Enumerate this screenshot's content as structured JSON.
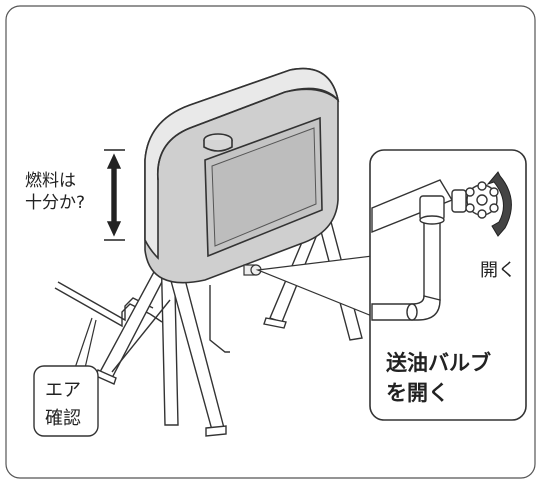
{
  "labels": {
    "fuel_check_line1": "燃料は",
    "fuel_check_line2": "十分か?",
    "air_check_line1": "エア",
    "air_check_line2": "確認",
    "open_label": "開く",
    "valve_callout_line1": "送油バルブ",
    "valve_callout_line2": "を開く"
  },
  "colors": {
    "frame": "#444444",
    "tank_fill": "#c9c9c9",
    "tank_shade": "#d9d9d9",
    "callout_fill": "#ffffff",
    "arrow_gray": "#555555"
  }
}
